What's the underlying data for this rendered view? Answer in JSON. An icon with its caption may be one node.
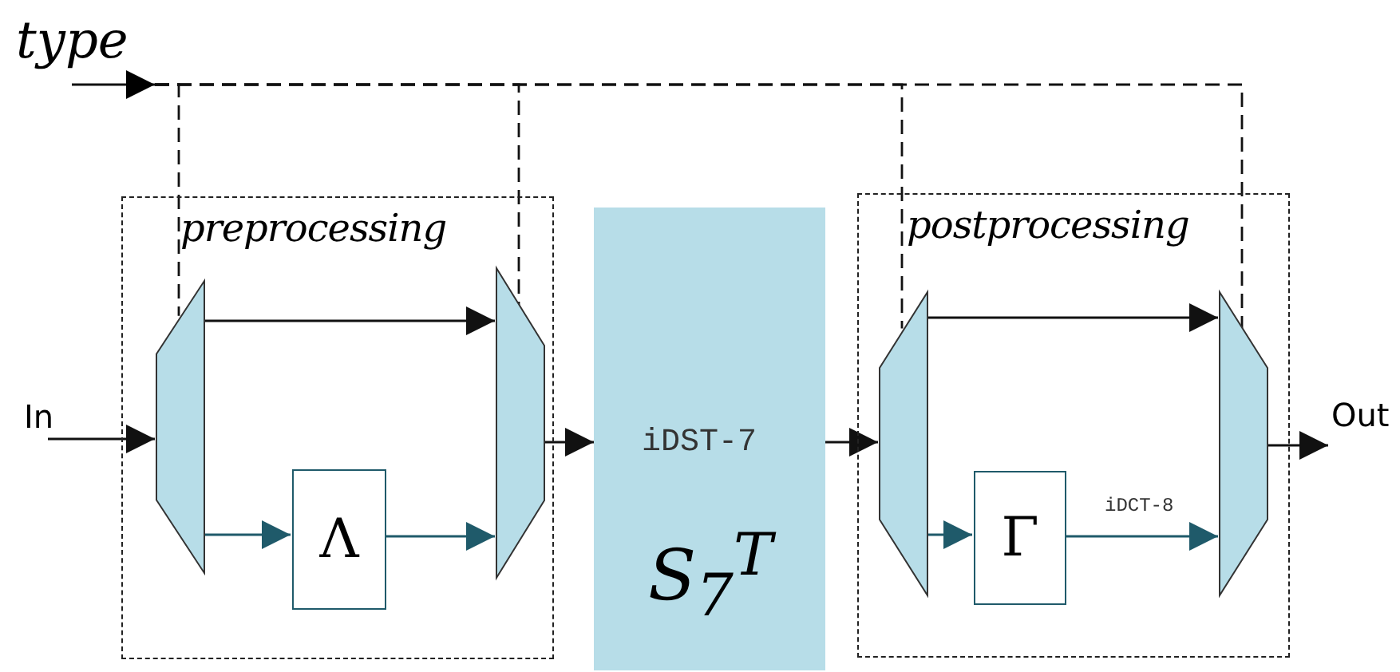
{
  "diagram": {
    "nodes": [
      {
        "text": [
          "type"
        ]
      },
      {
        "text": [
          "In"
        ]
      },
      {
        "text": [
          "preprocessing"
        ]
      },
      {
        "text": [],
        "shape": "trapezoid",
        "in": 2
      },
      {
        "text": [
          "Λ"
        ],
        "in": 2
      },
      {
        "text": [],
        "shape": "trapezoid",
        "in": 2
      },
      {
        "text": [
          "iDST-7",
          "S$_{7}$$^{T}$"
        ]
      },
      {
        "text": [
          "postprocessing"
        ]
      },
      {
        "text": [],
        "shape": "trapezoid",
        "in": 7
      },
      {
        "text": [
          "Γ"
        ],
        "in": 7
      },
      {
        "text": [],
        "shape": "trapezoid",
        "in": 7
      },
      {
        "text": [
          "Out"
        ]
      }
    ],
    "edges": [
      {
        "from": 1,
        "to": 3,
        "arrow": "to"
      },
      {
        "from": 3,
        "to": 5,
        "arrow": "to"
      },
      {
        "from": 3,
        "to": 4,
        "arrow": "to",
        "color": "#1f5a6a"
      },
      {
        "from": 4,
        "to": 5,
        "arrow": "to",
        "color": "#1f5a6a"
      },
      {
        "from": 5,
        "to": 6,
        "arrow": "to"
      },
      {
        "from": 6,
        "to": 8,
        "arrow": "to"
      },
      {
        "from": 8,
        "to": 10,
        "arrow": "to"
      },
      {
        "from": 8,
        "to": 9,
        "arrow": "to",
        "color": "#1f5a6a"
      },
      {
        "from": 9,
        "to": 10,
        "arrow": "to",
        "color": "#1f5a6a",
        "label": "iDCT-8"
      },
      {
        "from": 10,
        "to": 11,
        "arrow": "to"
      },
      {
        "from": 0,
        "to": 3,
        "arrow": "none",
        "style": "dashed"
      },
      {
        "from": 0,
        "to": 5,
        "arrow": "none",
        "style": "dashed"
      },
      {
        "from": 0,
        "to": 8,
        "arrow": "none",
        "style": "dashed"
      },
      {
        "from": 0,
        "to": 10,
        "arrow": "none",
        "style": "dashed"
      }
    ]
  }
}
